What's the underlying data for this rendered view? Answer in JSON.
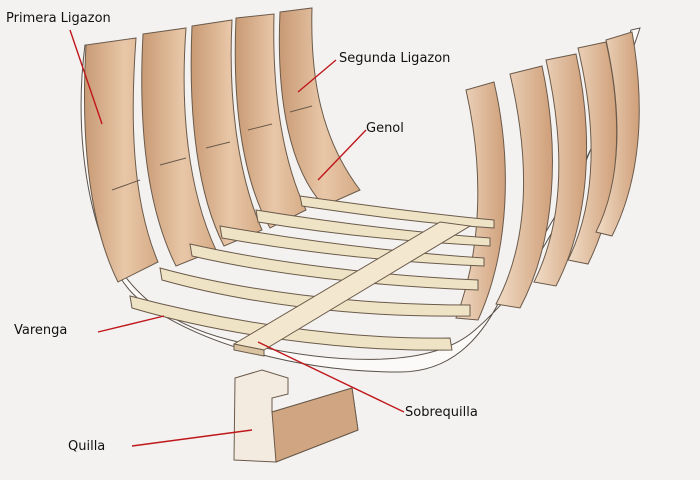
{
  "labels": {
    "primera_ligazon": "Primera Ligazon",
    "segunda_ligazon": "Segunda Ligazon",
    "genol": "Genol",
    "varenga": "Varenga",
    "sobrequilla": "Sobrequilla",
    "quilla": "Quilla"
  },
  "colors": {
    "background": "#f3f2f1",
    "frame_wood": "#d4a985",
    "frame_light": "#e9cdb3",
    "floor_wood": "#efe3c6",
    "keel_wood": "#f1e6d6",
    "leader_line": "#c0171b"
  }
}
